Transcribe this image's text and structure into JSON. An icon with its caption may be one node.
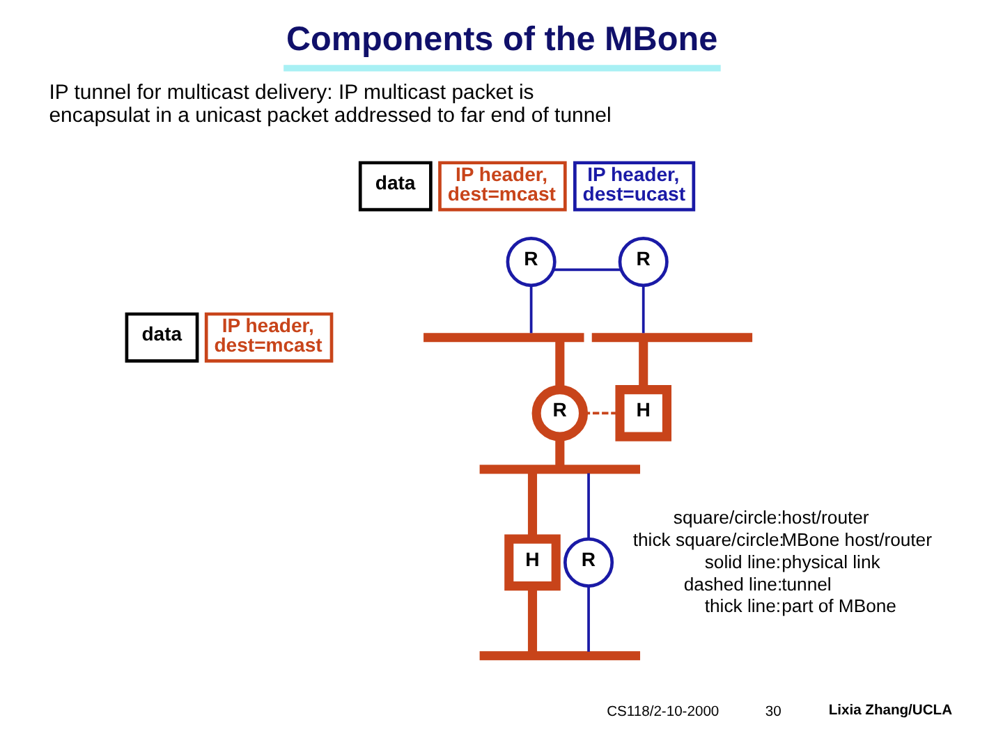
{
  "diagram": {
    "title": "Components of the MBone",
    "nodes": [
      {
        "text": [
          "data"
        ]
      },
      {
        "text": [
          "IP header, dest=mcast"
        ]
      },
      {
        "text": [
          "IP header, dest=ucast"
        ]
      },
      {
        "text": [
          "R"
        ]
      },
      {
        "text": [
          "R"
        ]
      },
      {
        "text": [
          "data"
        ]
      },
      {
        "text": [
          "IP header, dest=mcast"
        ]
      },
      {
        "text": [],
        "shape": "bar"
      },
      {
        "text": [],
        "shape": "bar"
      },
      {
        "text": [
          "R"
        ]
      },
      {
        "text": [
          "H"
        ]
      },
      {
        "text": [],
        "shape": "bar"
      },
      {
        "text": [
          "H"
        ]
      },
      {
        "text": [
          "R"
        ]
      },
      {
        "text": [],
        "shape": "bar"
      }
    ],
    "edges": [
      {
        "from": 3,
        "to": 4,
        "arrow": "none",
        "color": "#1a1aa6"
      },
      {
        "from": 3,
        "to": 7,
        "arrow": "none",
        "color": "#1a1aa6"
      },
      {
        "from": 4,
        "to": 8,
        "arrow": "none",
        "color": "#1a1aa6"
      },
      {
        "from": 7,
        "to": 9,
        "arrow": "none",
        "style": "thick",
        "color": "#c8441a"
      },
      {
        "from": 8,
        "to": 10,
        "arrow": "none",
        "style": "thick",
        "color": "#c8441a"
      },
      {
        "from": 9,
        "to": 10,
        "arrow": "none",
        "style": "dashed",
        "color": "#c8441a"
      },
      {
        "from": 9,
        "to": 11,
        "arrow": "none",
        "style": "thick",
        "color": "#c8441a"
      },
      {
        "from": 11,
        "to": 12,
        "arrow": "none",
        "style": "thick",
        "color": "#c8441a"
      },
      {
        "from": 11,
        "to": 13,
        "arrow": "none",
        "color": "#1a1aa6"
      },
      {
        "from": 12,
        "to": 14,
        "arrow": "none",
        "style": "thick",
        "color": "#c8441a"
      },
      {
        "from": 13,
        "to": 14,
        "arrow": "none",
        "color": "#1a1aa6"
      }
    ],
    "labels": [
      "IP tunnel for multicast delivery: IP multicast packet is encapsulat in a unicast packet addressed to far end of tunnel",
      "square/circle:",
      "host/router",
      "thick square/circle:",
      "MBone host/router",
      "solid line:",
      "physical link",
      "dashed line:",
      "tunnel",
      "thick line:",
      "part of MBone",
      "CS118/2-10-2000",
      "30",
      "Lixia Zhang/UCLA"
    ]
  }
}
